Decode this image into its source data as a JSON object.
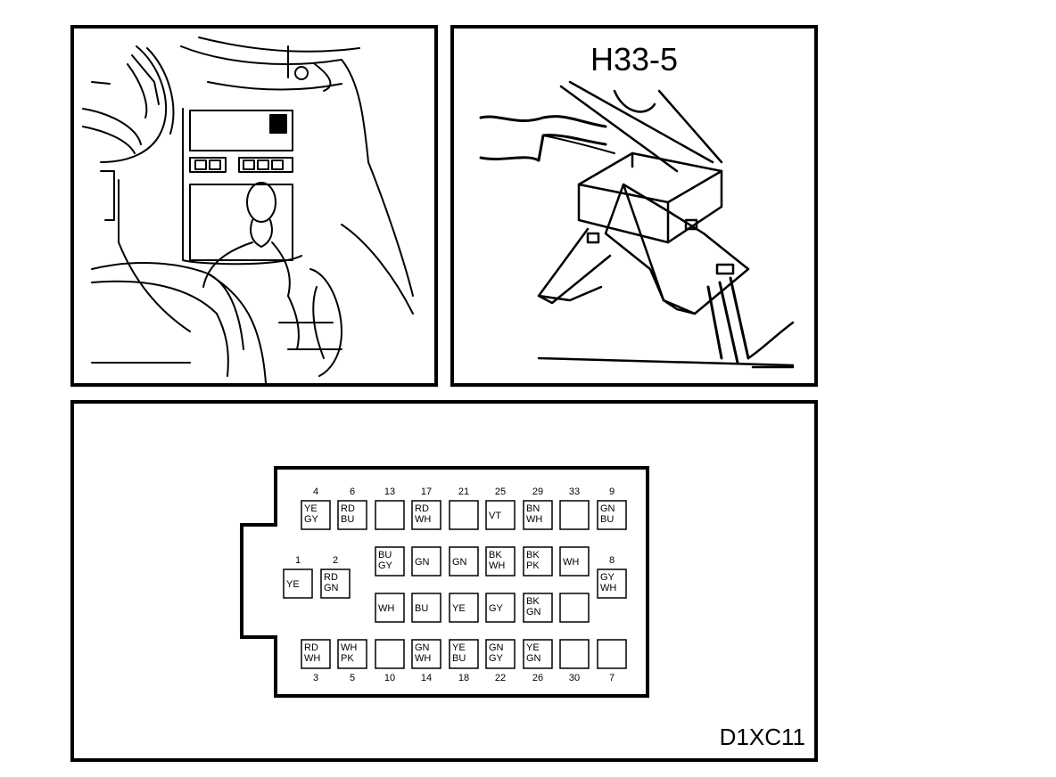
{
  "connector_label": "H33-5",
  "diagram_code": "D1XC11",
  "pins": [
    {
      "num": "4",
      "colors": [
        "YE",
        "GY"
      ]
    },
    {
      "num": "6",
      "colors": [
        "RD",
        "BU"
      ]
    },
    {
      "num": "13",
      "colors": []
    },
    {
      "num": "17",
      "colors": [
        "RD",
        "WH"
      ]
    },
    {
      "num": "21",
      "colors": []
    },
    {
      "num": "25",
      "colors": [
        "VT"
      ]
    },
    {
      "num": "29",
      "colors": [
        "BN",
        "WH"
      ]
    },
    {
      "num": "33",
      "colors": []
    },
    {
      "num": "9",
      "colors": [
        "GN",
        "BU"
      ]
    },
    {
      "num": "1",
      "colors": [
        "YE"
      ]
    },
    {
      "num": "2",
      "colors": [
        "RD",
        "GN"
      ]
    },
    {
      "num": "",
      "colors": [
        "BU",
        "GY"
      ]
    },
    {
      "num": "",
      "colors": [
        "GN"
      ]
    },
    {
      "num": "",
      "colors": [
        "GN"
      ]
    },
    {
      "num": "",
      "colors": [
        "BK",
        "WH"
      ]
    },
    {
      "num": "",
      "colors": [
        "BK",
        "PK"
      ]
    },
    {
      "num": "",
      "colors": [
        "WH"
      ]
    },
    {
      "num": "8",
      "colors": [
        "GY",
        "WH"
      ]
    },
    {
      "num": "",
      "colors": [
        "WH"
      ]
    },
    {
      "num": "",
      "colors": [
        "BU"
      ]
    },
    {
      "num": "",
      "colors": [
        "YE"
      ]
    },
    {
      "num": "",
      "colors": [
        "GY"
      ]
    },
    {
      "num": "",
      "colors": [
        "BK",
        "GN"
      ]
    },
    {
      "num": "",
      "colors": []
    },
    {
      "num": "3",
      "colors": [
        "RD",
        "WH"
      ]
    },
    {
      "num": "5",
      "colors": [
        "WH",
        "PK"
      ]
    },
    {
      "num": "10",
      "colors": []
    },
    {
      "num": "14",
      "colors": [
        "GN",
        "WH"
      ]
    },
    {
      "num": "18",
      "colors": [
        "YE",
        "BU"
      ]
    },
    {
      "num": "22",
      "colors": [
        "GN",
        "GY"
      ]
    },
    {
      "num": "26",
      "colors": [
        "YE",
        "GN"
      ]
    },
    {
      "num": "30",
      "colors": []
    },
    {
      "num": "7",
      "colors": []
    }
  ]
}
